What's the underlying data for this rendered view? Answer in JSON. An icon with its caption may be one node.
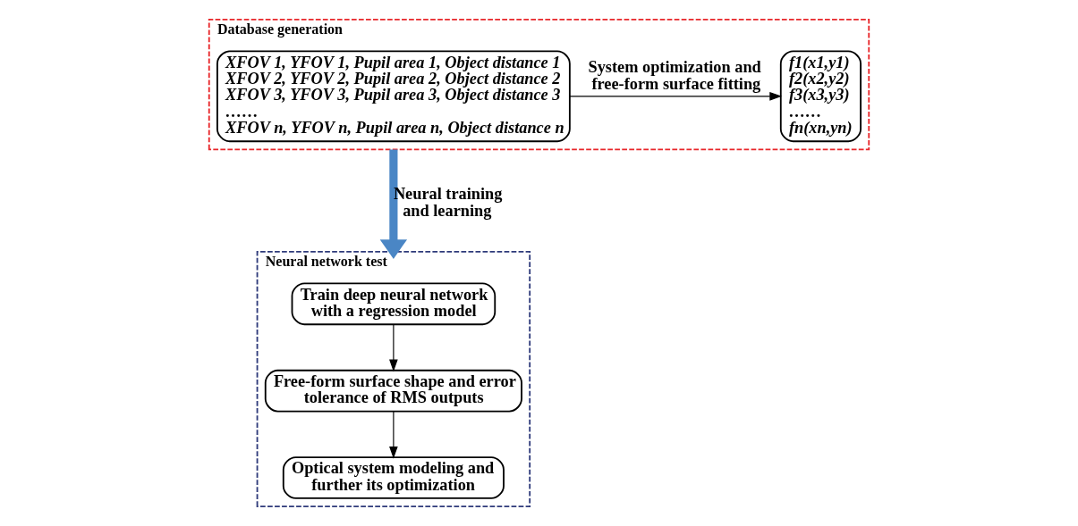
{
  "diagram": {
    "nodes": [
      {
        "text": [
          "Database generation"
        ]
      },
      {
        "text": [
          "XFOV 1, YFOV 1, Pupil area 1, Object distance 1",
          "XFOV 2, YFOV 2, Pupil area 2, Object distance 2",
          "XFOV 3, YFOV 3, Pupil area 3, Object distance 3",
          "……",
          "XFOV n, YFOV n, Pupil area n, Object distance n"
        ],
        "in": 0
      },
      {
        "text": [
          "f1(x1,y1)",
          "f2(x2,y2)",
          "f3(x3,y3)",
          "……",
          "fn(xn,yn)"
        ],
        "in": 0
      },
      {
        "text": [
          "Neural network test"
        ]
      },
      {
        "text": [
          "Train deep neural network with a regression model"
        ],
        "in": 3
      },
      {
        "text": [
          "Free-form surface shape and error tolerance of RMS outputs"
        ],
        "in": 3
      },
      {
        "text": [
          "Optical system modeling and further its optimization"
        ],
        "in": 3
      }
    ],
    "edges": [
      {
        "from": 1,
        "to": 2,
        "arrow": "to",
        "label": "System optimization and free-form surface fitting"
      },
      {
        "from": 0,
        "to": 3,
        "arrow": "to",
        "label": "Neural training and learning",
        "style": "thick",
        "color": "#4a86c5"
      },
      {
        "from": 4,
        "to": 5,
        "arrow": "to"
      },
      {
        "from": 5,
        "to": 6,
        "arrow": "to"
      }
    ]
  }
}
